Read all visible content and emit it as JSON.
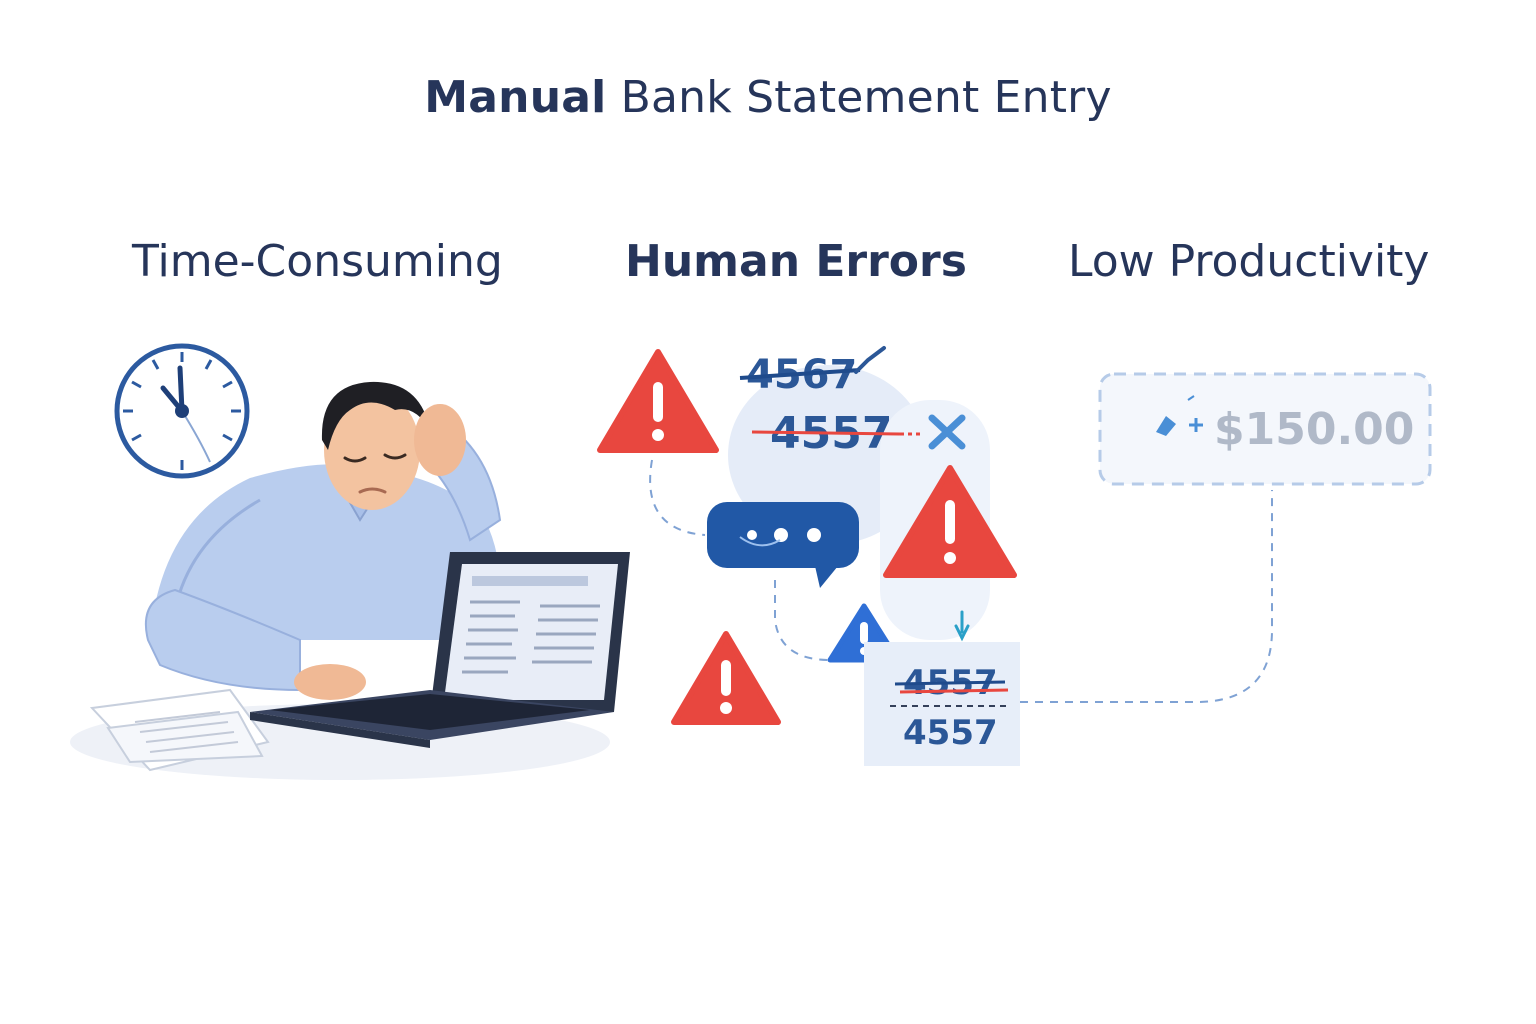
{
  "title": {
    "bold_part": "Manual",
    "rest": " Bank Statement Entry"
  },
  "columns": [
    {
      "heading": "Time-Consuming"
    },
    {
      "heading": "Human Errors"
    },
    {
      "heading": "Low Productivity"
    }
  ],
  "errors": {
    "number_struck_top": "4567",
    "number_struck_middle": "4557",
    "number_card_struck": "4557",
    "number_card_correct": "4557"
  },
  "productivity": {
    "amount": "$150.00"
  },
  "colors": {
    "navy": "#26355a",
    "blue": "#2563b0",
    "alert_red": "#e8473f",
    "light_blue": "#dbe6f7"
  },
  "icons": [
    "clock-icon",
    "warning-icon",
    "chat-bubble-icon",
    "close-icon",
    "pencil-icon",
    "laptop-icon"
  ]
}
